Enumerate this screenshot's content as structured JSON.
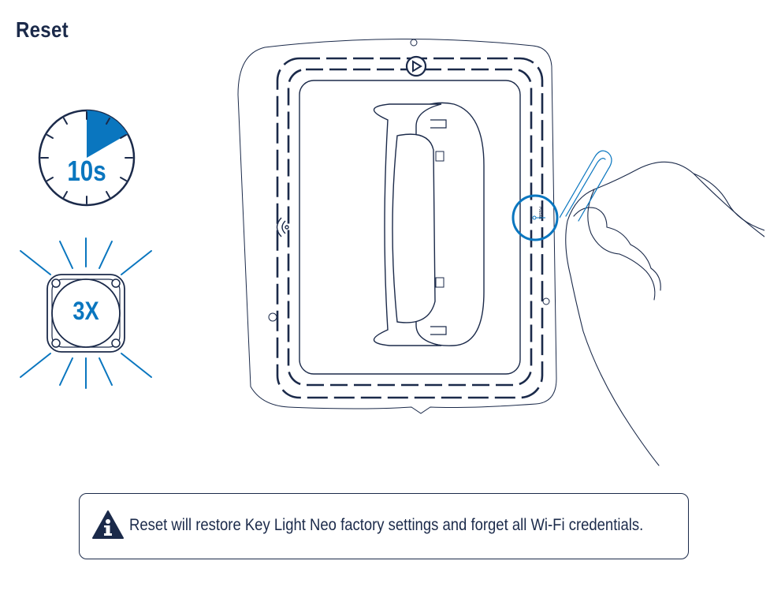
{
  "page": {
    "title": "Reset"
  },
  "steps": {
    "hold_duration_label": "10s",
    "press_count_label": "3X"
  },
  "device": {
    "reset_port_text": "Reset"
  },
  "notice": {
    "icon": "info-warning-icon",
    "text": "Reset will restore Key Light Neo factory settings and forget all Wi-Fi credentials."
  },
  "colors": {
    "accent_blue": "#0a76bf",
    "navy": "#1b2a4a"
  }
}
